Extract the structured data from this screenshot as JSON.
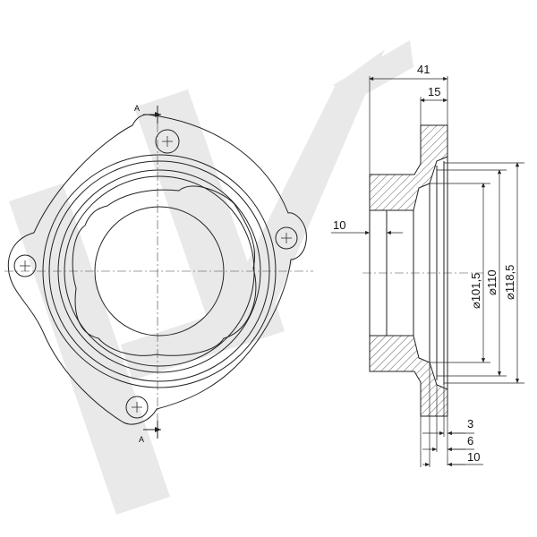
{
  "section_marks": {
    "top": "A",
    "bottom": "A"
  },
  "dimensions": {
    "overall_width": "41",
    "flange_width": "15",
    "bore_offset": "10",
    "dia_inner": "101,5",
    "dia_mid": "110",
    "dia_outer": "118,5",
    "step_a": "3",
    "step_b": "6",
    "step_c": "10"
  },
  "diameter_symbol": "⌀",
  "watermark": "logo"
}
